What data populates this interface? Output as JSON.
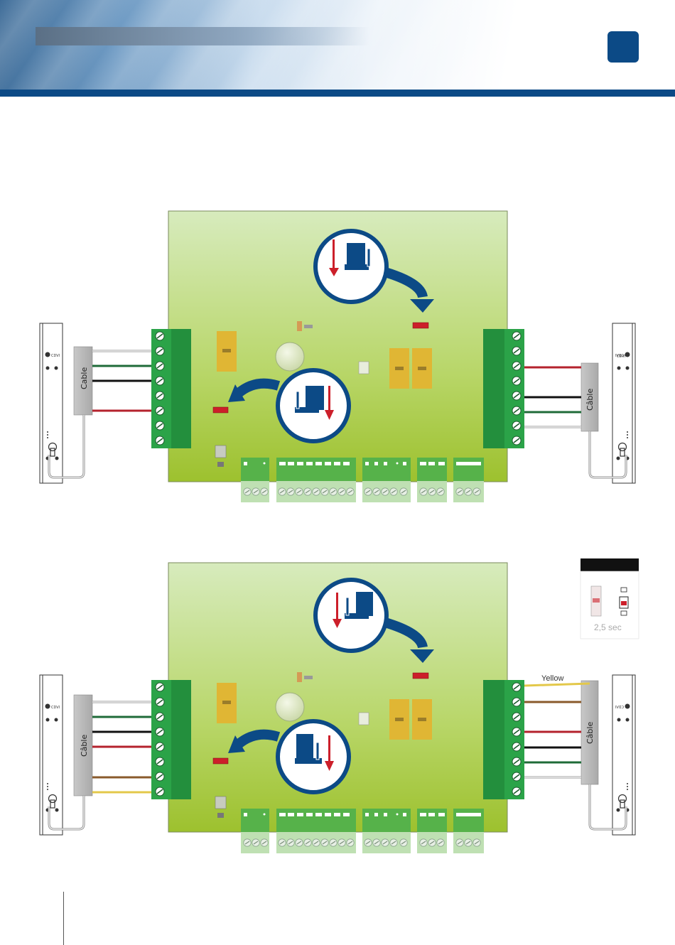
{
  "diagrams": [
    {
      "cable_label_left": "Cable",
      "cable_label_right": "Câble",
      "brand_left": "CDVI",
      "brand_right": "CDVI"
    },
    {
      "cable_label_left": "Câble",
      "cable_label_right": "Câble",
      "brand_left": "CDVI",
      "brand_right": "CDVI",
      "wire_label": "Yellow",
      "inset_label": "2,5 sec"
    }
  ],
  "colors": {
    "header_blue": "#0c4a86",
    "board_top": "#d6e9b8",
    "board_bottom": "#9dc030",
    "terminal_green": "#2da24a",
    "accent_red": "#cc1f2a"
  }
}
